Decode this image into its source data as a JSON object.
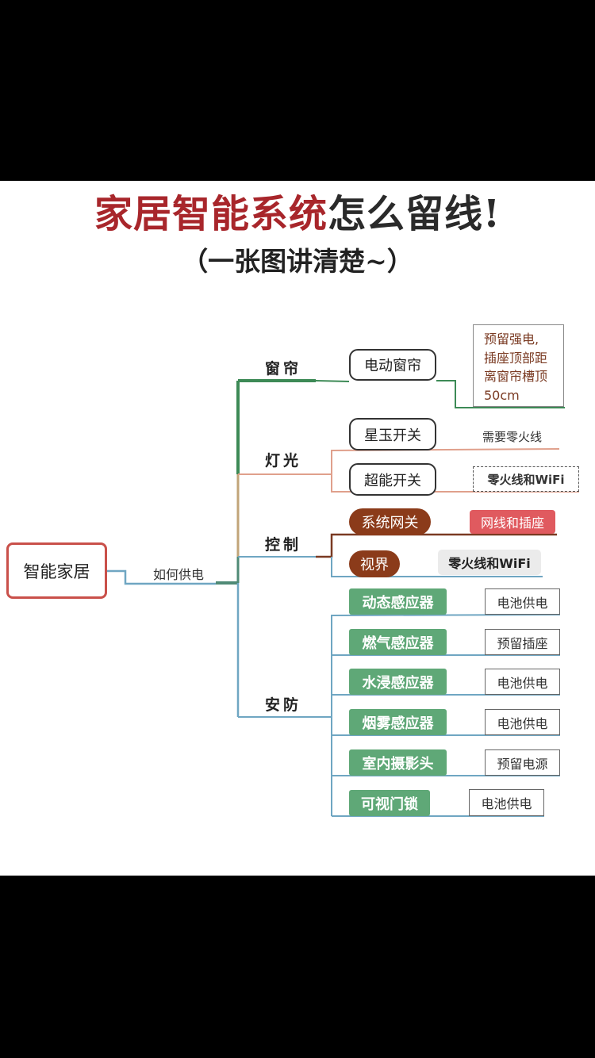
{
  "title": {
    "part_red": "家居智能系统",
    "part_dark": "怎么留线!"
  },
  "subtitle": "（一张图讲清楚~）",
  "root": {
    "label": "智能家居",
    "edge_label": "如何供电"
  },
  "branches": {
    "curtain": {
      "label": "窗帘",
      "device": "电动窗帘",
      "note_lines": [
        "预留强电,",
        "插座顶部距",
        "离窗帘槽顶",
        "50cm"
      ]
    },
    "lighting": {
      "label": "灯光",
      "items": [
        {
          "device": "星玉开关",
          "note": "需要零火线"
        },
        {
          "device": "超能开关",
          "note": "零火线和WiFi"
        }
      ]
    },
    "control": {
      "label": "控制",
      "items": [
        {
          "device": "系统网关",
          "note": "网线和插座"
        },
        {
          "device": "视界",
          "note": "零火线和WiFi"
        }
      ]
    },
    "security": {
      "label": "安防",
      "items": [
        {
          "device": "动态感应器",
          "note": "电池供电"
        },
        {
          "device": "燃气感应器",
          "note": "预留插座"
        },
        {
          "device": "水浸感应器",
          "note": "电池供电"
        },
        {
          "device": "烟雾感应器",
          "note": "电池供电"
        },
        {
          "device": "室内摄影头",
          "note": "预留电源"
        },
        {
          "device": "可视门锁",
          "note": "电池供电"
        }
      ]
    }
  },
  "colors": {
    "title_red": "#a8262b",
    "curtain_line": "#3d8a56",
    "lighting_line": "#e0a08c",
    "control_line": "#7a3a22",
    "security_line": "#6fa6c2",
    "root_border": "#c9504a",
    "gateway_fill": "#8b3b1a",
    "security_fill": "#5fa877"
  }
}
